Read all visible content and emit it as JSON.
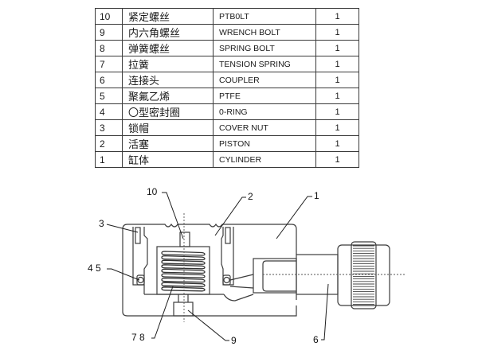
{
  "parts_table": {
    "rows": [
      {
        "no": "10",
        "name_cn": "紧定螺丝",
        "name_en": "PTB0LT",
        "qty": "1"
      },
      {
        "no": "9",
        "name_cn": "内六角螺丝",
        "name_en": "WRENCH BOLT",
        "qty": "1"
      },
      {
        "no": "8",
        "name_cn": "弹簧螺丝",
        "name_en": "SPRING BOLT",
        "qty": "1"
      },
      {
        "no": "7",
        "name_cn": "拉簧",
        "name_en": "TENSION SPRING",
        "qty": "1"
      },
      {
        "no": "6",
        "name_cn": "连接头",
        "name_en": "COUPLER",
        "qty": "1"
      },
      {
        "no": "5",
        "name_cn": "聚氟乙烯",
        "name_en": "PTFE",
        "qty": "1"
      },
      {
        "no": "4",
        "name_cn": "〇型密封圈",
        "name_en": "0-RING",
        "qty": "1"
      },
      {
        "no": "3",
        "name_cn": "锁帽",
        "name_en": "COVER NUT",
        "qty": "1"
      },
      {
        "no": "2",
        "name_cn": "活塞",
        "name_en": "PISTON",
        "qty": "1"
      },
      {
        "no": "1",
        "name_cn": "缸体",
        "name_en": "CYLINDER",
        "qty": "1"
      }
    ]
  },
  "drawing": {
    "callouts": {
      "c10": "10",
      "c2": "2",
      "c1": "1",
      "c3": "3",
      "c45": "4 5",
      "c78": "7 8",
      "c9": "9",
      "c6": "6"
    },
    "colors": {
      "line": "#3c3c3c",
      "leader": "#1e1e1e",
      "centerline": "#555555"
    }
  }
}
